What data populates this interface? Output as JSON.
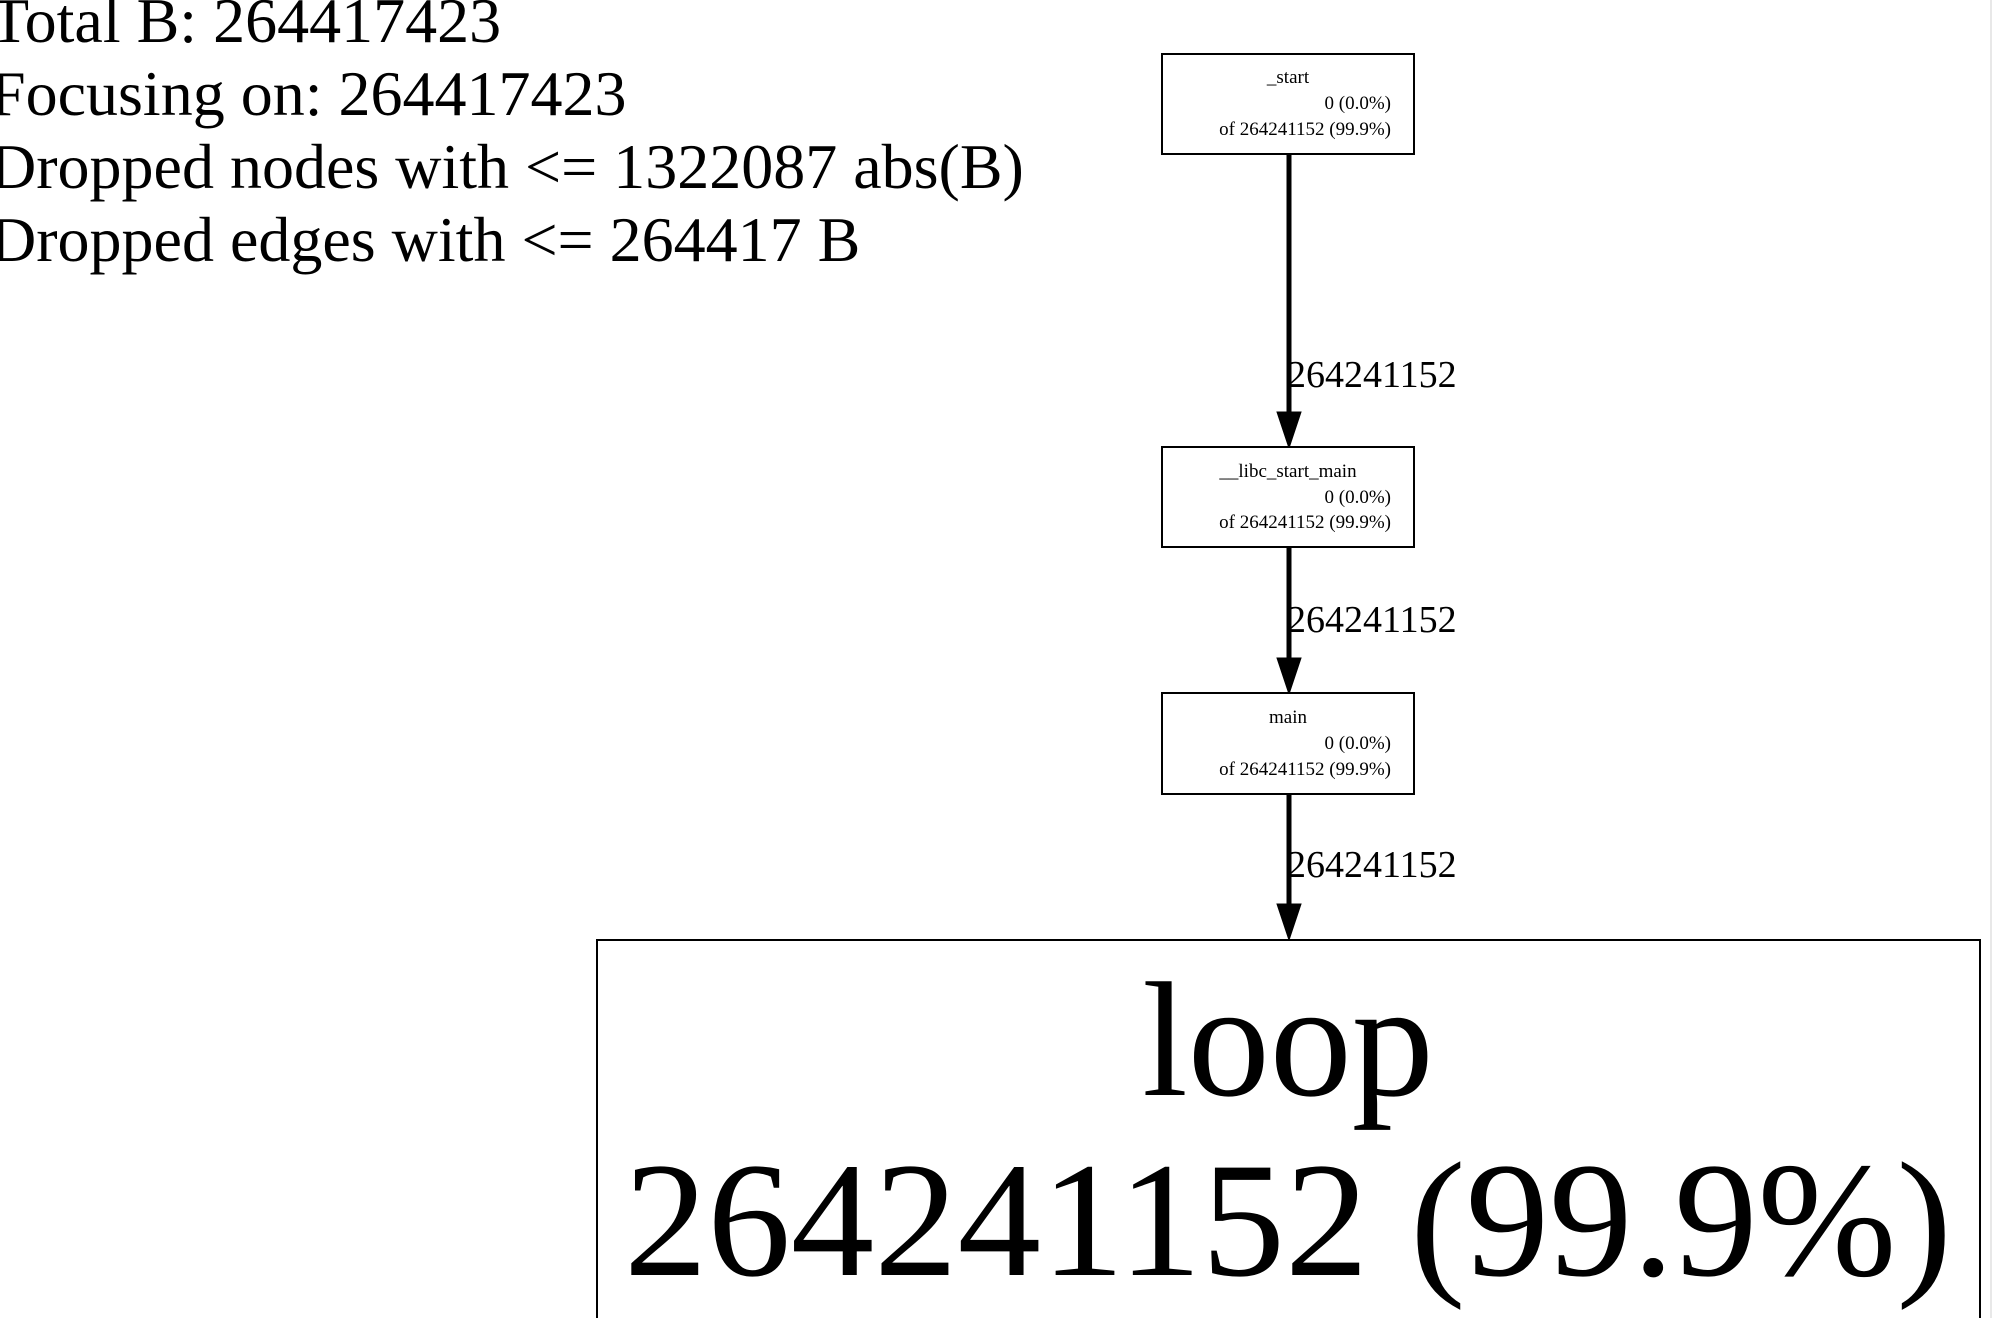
{
  "legend": {
    "lines": [
      "Total B: 264417423",
      "Focusing on: 264417423",
      "Dropped nodes with <= 1322087 abs(B)",
      "Dropped edges with <= 264417 B"
    ]
  },
  "nodes": {
    "start": {
      "name": "_start",
      "flat": "0 (0.0%)",
      "cum": "of 264241152 (99.9%)"
    },
    "libc_start_main": {
      "name": "__libc_start_main",
      "flat": "0 (0.0%)",
      "cum": "of 264241152 (99.9%)"
    },
    "main": {
      "name": "main",
      "flat": "0 (0.0%)",
      "cum": "of 264241152 (99.9%)"
    },
    "loop": {
      "name": "loop",
      "flat": "264241152 (99.9%)"
    }
  },
  "edges": [
    {
      "from": "_start",
      "to": "__libc_start_main",
      "label": "264241152"
    },
    {
      "from": "__libc_start_main",
      "to": "main",
      "label": "264241152"
    },
    {
      "from": "main",
      "to": "loop",
      "label": "264241152"
    }
  ]
}
